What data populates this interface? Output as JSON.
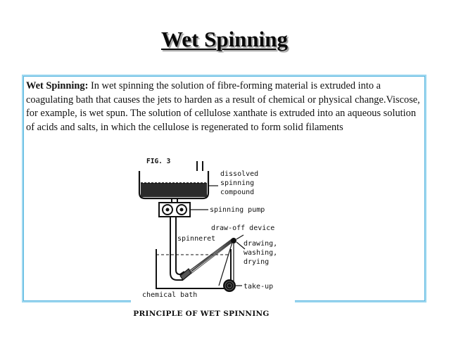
{
  "slide": {
    "title": "Wet Spinning",
    "paragraph_lead": "Wet Spinning:",
    "paragraph_body": " In wet spinning the solution of fibre-forming material is extruded into a coagulating bath that causes the jets to harden as a result of chemical or physical change.Viscose, for example, is wet spun. The solution of cellulose xanthate is extruded into an aqueous solution of acids and salts, in which the cellulose is regenerated to form solid filaments"
  },
  "figure": {
    "label": "FIG. 3",
    "labels": {
      "dissolved_1": "dissolved",
      "dissolved_2": "spinning",
      "dissolved_3": "compound",
      "pump": "spinning pump",
      "drawoff": "draw-off device",
      "spinneret": "spinneret",
      "drawing_1": "drawing,",
      "drawing_2": "washing,",
      "drawing_3": "drying",
      "bath": "chemical bath",
      "takeup": "take-up"
    },
    "caption": "PRINCIPLE OF WET SPINNING"
  }
}
